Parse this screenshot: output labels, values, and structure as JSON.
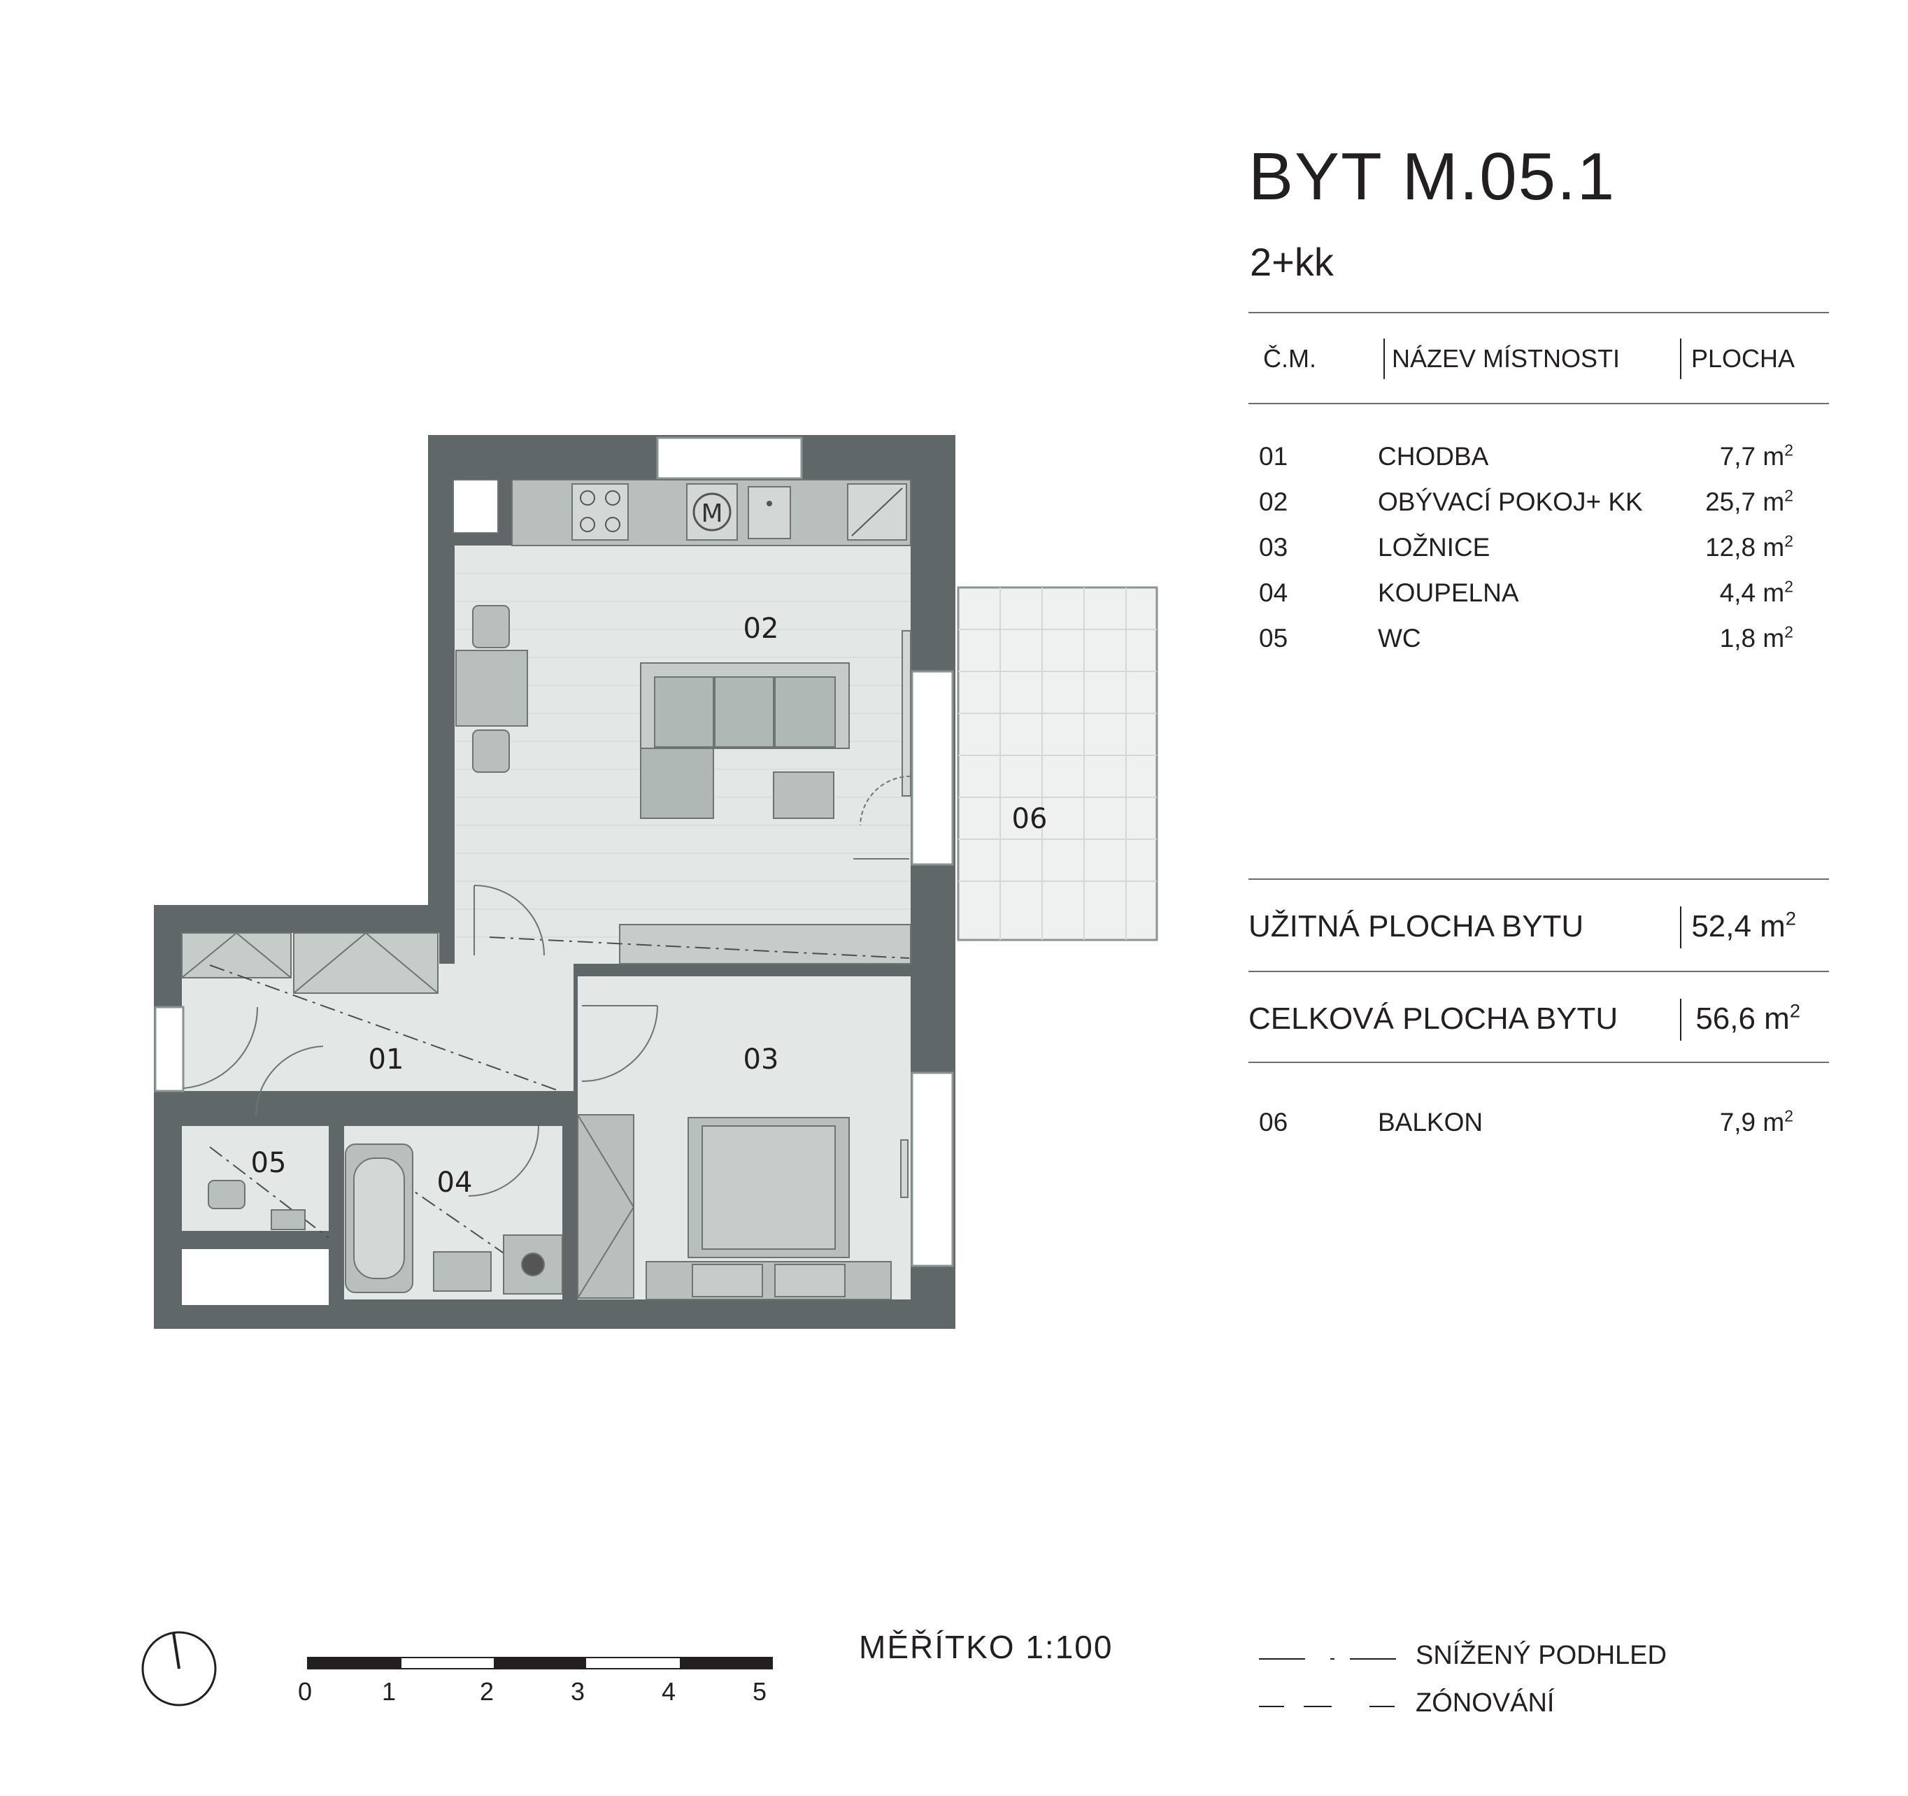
{
  "apartment": {
    "title": "BYT M.05.1",
    "layout": "2+kk"
  },
  "table": {
    "headers": {
      "number": "Č.M.",
      "name": "NÁZEV MÍSTNOSTI",
      "area": "PLOCHA"
    },
    "rooms": [
      {
        "number": "01",
        "name": "CHODBA",
        "area": "7,7 m",
        "unit_exp": "2"
      },
      {
        "number": "02",
        "name": "OBÝVACÍ POKOJ+ KK",
        "area": "25,7 m",
        "unit_exp": "2"
      },
      {
        "number": "03",
        "name": "LOŽNICE",
        "area": "12,8 m",
        "unit_exp": "2"
      },
      {
        "number": "04",
        "name": "KOUPELNA",
        "area": "4,4 m",
        "unit_exp": "2"
      },
      {
        "number": "05",
        "name": "WC",
        "area": "1,8 m",
        "unit_exp": "2"
      }
    ],
    "usable": {
      "label": "UŽITNÁ PLOCHA BYTU",
      "value": "52,4 m",
      "unit_exp": "2"
    },
    "total": {
      "label": "CELKOVÁ PLOCHA BYTU",
      "value": "56,6 m",
      "unit_exp": "2"
    },
    "balcony": {
      "number": "06",
      "name": "BALKON",
      "area": "7,9 m",
      "unit_exp": "2"
    }
  },
  "plan": {
    "room_labels": [
      "01",
      "02",
      "03",
      "04",
      "05",
      "06"
    ],
    "colors": {
      "wall": "#5f6769",
      "floor": "#e3e7e6",
      "furniture": "#b8bfbd",
      "balcony": "#eef1f0"
    }
  },
  "scale": {
    "label": "MĚŘÍTKO  1:100",
    "ticks": [
      "0",
      "1",
      "2",
      "3",
      "4",
      "5"
    ]
  },
  "legend": {
    "lowered_ceiling": "SNÍŽENÝ PODHLED",
    "zoning": "ZÓNOVÁNÍ"
  }
}
